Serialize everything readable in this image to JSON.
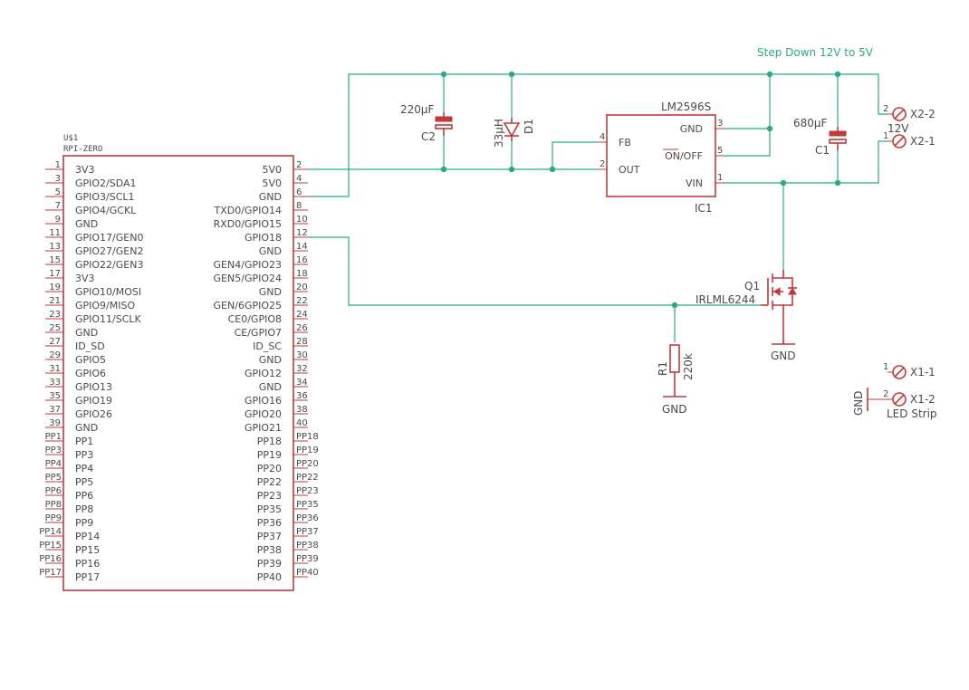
{
  "note": "Step Down 12V to 5V",
  "u1": {
    "ref": "U$1",
    "value": "RPI-ZERO",
    "left": [
      [
        "1",
        "3V3"
      ],
      [
        "3",
        "GPIO2/SDA1"
      ],
      [
        "5",
        "GPIO3/SCL1"
      ],
      [
        "7",
        "GPIO4/GCKL"
      ],
      [
        "9",
        "GND"
      ],
      [
        "11",
        "GPIO17/GEN0"
      ],
      [
        "13",
        "GPIO27/GEN2"
      ],
      [
        "15",
        "GPIO22/GEN3"
      ],
      [
        "17",
        "3V3"
      ],
      [
        "19",
        "GPIO10/MOSI"
      ],
      [
        "21",
        "GPIO9/MISO"
      ],
      [
        "23",
        "GPIO11/SCLK"
      ],
      [
        "25",
        "GND"
      ],
      [
        "27",
        "ID_SD"
      ],
      [
        "29",
        "GPIO5"
      ],
      [
        "31",
        "GPIO6"
      ],
      [
        "33",
        "GPIO13"
      ],
      [
        "35",
        "GPIO19"
      ],
      [
        "37",
        "GPIO26"
      ],
      [
        "39",
        "GND"
      ],
      [
        "PP1",
        "PP1"
      ],
      [
        "PP3",
        "PP3"
      ],
      [
        "PP4",
        "PP4"
      ],
      [
        "PP5",
        "PP5"
      ],
      [
        "PP6",
        "PP6"
      ],
      [
        "PP8",
        "PP8"
      ],
      [
        "PP9",
        "PP9"
      ],
      [
        "PP14",
        "PP14"
      ],
      [
        "PP15",
        "PP15"
      ],
      [
        "PP16",
        "PP16"
      ],
      [
        "PP17",
        "PP17"
      ]
    ],
    "right": [
      [
        "2",
        "5V0"
      ],
      [
        "4",
        "5V0"
      ],
      [
        "6",
        "GND"
      ],
      [
        "8",
        "TXD0/GPIO14"
      ],
      [
        "10",
        "RXD0/GPIO15"
      ],
      [
        "12",
        "GPIO18"
      ],
      [
        "14",
        "GND"
      ],
      [
        "16",
        "GEN4/GPIO23"
      ],
      [
        "18",
        "GEN5/GPIO24"
      ],
      [
        "20",
        "GND"
      ],
      [
        "22",
        "GEN/6GPIO25"
      ],
      [
        "24",
        "CE0/GPIO8"
      ],
      [
        "26",
        "CE/GPIO7"
      ],
      [
        "28",
        "ID_SC"
      ],
      [
        "30",
        "GND"
      ],
      [
        "32",
        "GPIO12"
      ],
      [
        "34",
        "GND"
      ],
      [
        "36",
        "GPIO16"
      ],
      [
        "38",
        "GPIO20"
      ],
      [
        "40",
        "GPIO21"
      ],
      [
        "PP18",
        "PP18"
      ],
      [
        "PP19",
        "PP19"
      ],
      [
        "PP20",
        "PP20"
      ],
      [
        "PP22",
        "PP22"
      ],
      [
        "PP23",
        "PP23"
      ],
      [
        "PP35",
        "PP35"
      ],
      [
        "PP36",
        "PP36"
      ],
      [
        "PP37",
        "PP37"
      ],
      [
        "PP38",
        "PP38"
      ],
      [
        "PP39",
        "PP39"
      ],
      [
        "PP40",
        "PP40"
      ]
    ]
  },
  "ic1": {
    "value": "LM2596S",
    "ref": "IC1",
    "pins": {
      "fb": "FB",
      "out": "OUT",
      "gnd": "GND",
      "onoff": "ON/OFF",
      "vin": "VIN"
    },
    "nums": {
      "fb": "4",
      "out": "2",
      "gnd": "3",
      "onoff": "5",
      "vin": "1"
    }
  },
  "c2": {
    "value": "220µF",
    "ref": "C2"
  },
  "d1": {
    "value": "33µH",
    "ref": "D1"
  },
  "c1": {
    "value": "680µF",
    "ref": "C1"
  },
  "q1": {
    "ref": "Q1",
    "value": "IRLML6244",
    "gnd": "GND"
  },
  "r1": {
    "ref": "R1",
    "value": "220k",
    "gnd": "GND"
  },
  "x2": {
    "pin2": "X2-2",
    "pin1": "X2-1",
    "label": "12V",
    "n2": "2",
    "n1": "1"
  },
  "x1": {
    "pin1": "X1-1",
    "pin2": "X1-2",
    "label": "LED Strip",
    "n1": "1",
    "n2": "2",
    "gnd": "GND"
  }
}
